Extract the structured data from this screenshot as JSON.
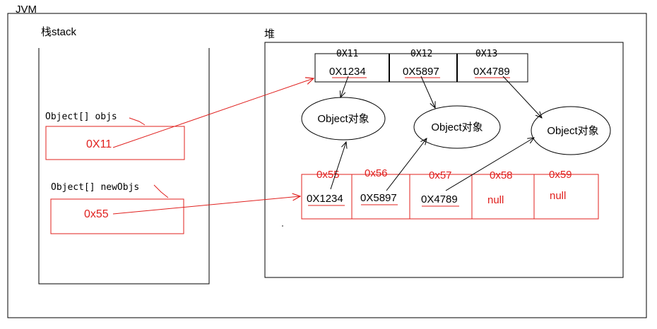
{
  "jvm_label": "JVM",
  "stack": {
    "label": "栈stack",
    "objs_var": "Object[] objs",
    "objs_value": "0X11",
    "newobjs_var": "Object[] newObjs",
    "newobjs_value": "0x55"
  },
  "heap": {
    "label": "堆",
    "old_array": {
      "addresses": [
        "0X11",
        "0X12",
        "0X13"
      ],
      "values": [
        "0X1234",
        "0X5897",
        "0X4789"
      ]
    },
    "objects": [
      "Object对象",
      "Object对象",
      "Object对象"
    ],
    "new_array": {
      "addresses": [
        "0x55",
        "0x56",
        "0x57",
        "0x58",
        "0x59"
      ],
      "values": [
        "0X1234",
        "0X5897",
        "0X4789",
        "null",
        "null"
      ]
    }
  },
  "colors": {
    "outline": "#000000",
    "reference": "#e0201e"
  }
}
